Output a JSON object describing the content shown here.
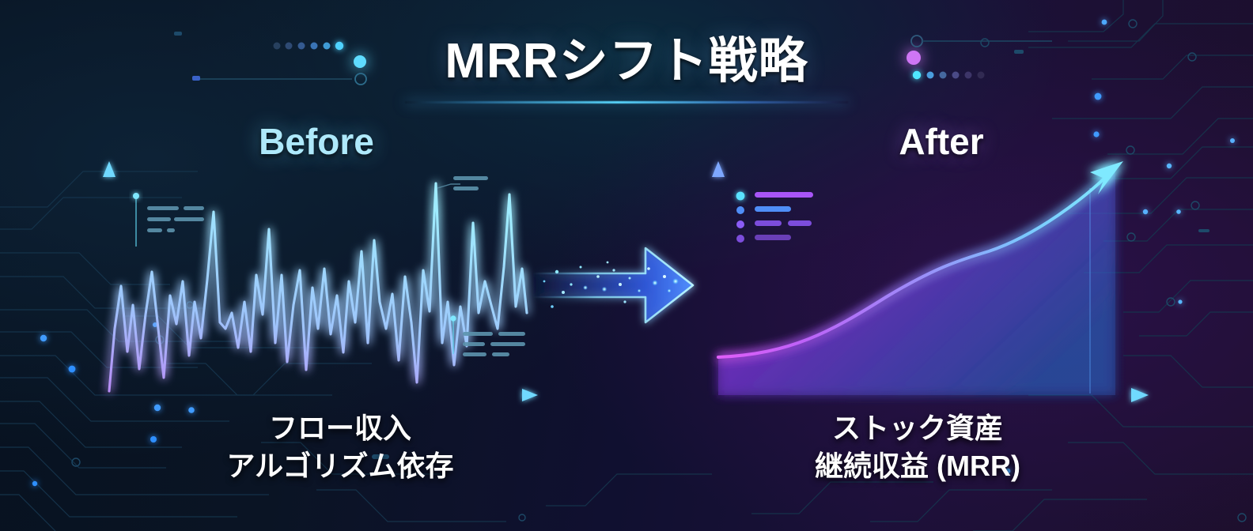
{
  "header": {
    "title": "MRRシフト戦略",
    "underline": "title-glow-divider"
  },
  "panels": {
    "before": {
      "label": "Before",
      "label_color": "#aee9fb",
      "caption_line1": "フロー収入",
      "caption_line2": "アルゴリズム依存"
    },
    "after": {
      "label": "After",
      "label_color": "#ffffff",
      "caption_line1": "ストック資産",
      "caption_line2": "継続収益 (MRR)"
    }
  },
  "transition": {
    "arrow_icon": "right-arrow-icon",
    "arrow_outline_color": "#8fe6ff",
    "arrow_fill_color": "#2a4fd8"
  },
  "theme": {
    "background_left": "#0a1424",
    "background_right": "#1d0f2c",
    "accent_cyan": "#5ad8ff",
    "accent_purple": "#a855f7",
    "accent_magenta": "#c84ff0",
    "axis_cyan": "#6fd9ff",
    "circuit_trace": "#16324a"
  },
  "chart_data": [
    {
      "type": "line",
      "id": "before-volatile-revenue",
      "title": "Before",
      "subtitle": "フロー収入 / アルゴリズム依存",
      "xlabel": "",
      "ylabel": "",
      "grid": false,
      "legend": "none",
      "axis_arrows": true,
      "line_gradient": [
        "#b48bf5",
        "#7fd7ff",
        "#9fe9ff"
      ],
      "xlim": [
        0,
        100
      ],
      "ylim": [
        0,
        100
      ],
      "x": [
        0,
        1.4,
        2.8,
        4.2,
        5.6,
        7.0,
        8.4,
        9.8,
        11.2,
        12.6,
        14.0,
        15.4,
        16.8,
        18.2,
        19.6,
        21.0,
        22.4,
        23.8,
        25.2,
        26.6,
        28.0,
        29.4,
        30.8,
        32.2,
        33.6,
        35.0,
        36.4,
        37.8,
        39.2,
        40.6,
        42.0,
        43.4,
        44.8,
        46.2,
        47.6,
        49.0,
        50.4,
        51.8,
        53.2,
        54.6,
        56.0,
        57.4,
        58.8,
        60.2,
        61.6,
        63.0,
        64.4,
        65.8,
        67.2,
        68.6,
        70.0,
        71.4,
        72.8,
        74.2,
        75.6,
        77.0,
        78.4,
        79.8,
        81.2,
        82.6,
        84.0,
        85.4,
        86.8,
        88.2,
        89.6,
        91.0,
        92.4,
        93.8,
        95.2,
        96.6,
        98.0
      ],
      "values": [
        2,
        26,
        44,
        18,
        38,
        11,
        34,
        52,
        28,
        8,
        42,
        30,
        46,
        17,
        40,
        24,
        47,
        75,
        33,
        30,
        36,
        22,
        40,
        18,
        48,
        34,
        68,
        21,
        48,
        16,
        36,
        50,
        14,
        44,
        30,
        52,
        27,
        42,
        20,
        46,
        31,
        58,
        24,
        62,
        35,
        27,
        41,
        19,
        47,
        30,
        6,
        52,
        37,
        88,
        24,
        42,
        15,
        38,
        26,
        70,
        31,
        44,
        36,
        28,
        50,
        82,
        35,
        52,
        30,
        46,
        38
      ],
      "annotations": [
        {
          "id": "annotation-top-left",
          "x": 12,
          "y": 72,
          "style": "dot-and-bars"
        },
        {
          "id": "annotation-top-right",
          "x": 75,
          "y": 86,
          "style": "bars-only"
        },
        {
          "id": "annotation-bottom-right",
          "x": 77,
          "y": 26,
          "style": "dot-and-bars"
        }
      ]
    },
    {
      "type": "line",
      "id": "after-compounding-mrr",
      "title": "After",
      "subtitle": "ストック資産 / 継続収益 (MRR)",
      "xlabel": "",
      "ylabel": "",
      "grid": false,
      "legend": "top-left",
      "axis_arrows": true,
      "line_gradient": [
        "#d24ef5",
        "#a855f7",
        "#6fb8ff",
        "#6fe3ff"
      ],
      "area_fill": true,
      "xlim": [
        0,
        100
      ],
      "ylim": [
        0,
        100
      ],
      "x": [
        0,
        6,
        12,
        18,
        24,
        30,
        36,
        42,
        48,
        54,
        60,
        66,
        72,
        78,
        84,
        90,
        96,
        100
      ],
      "values": [
        18,
        18.5,
        20,
        23,
        27,
        33,
        40,
        47,
        53,
        57,
        59,
        61,
        64,
        69,
        76,
        85,
        95,
        100
      ],
      "legend_items": [
        {
          "id": "legend-row-1",
          "dot_color": "#5ae3ff",
          "bar_color": "#a855f7",
          "bars": 1
        },
        {
          "id": "legend-row-2",
          "dot_color": "#4f8ef7",
          "bar_color": "#4f8ef7",
          "bars": 1
        },
        {
          "id": "legend-row-3",
          "dot_color": "#8b5cf6",
          "bar_color": "#7c4ddb",
          "bars": 2
        },
        {
          "id": "legend-row-4",
          "dot_color": "#7c4ddb",
          "bar_color": "#6a3fb8",
          "bars": 1
        }
      ]
    }
  ],
  "decorations": {
    "top_left": {
      "id": "deco-top-left",
      "dot_row_count": 6,
      "dot_color": "#5ad8ff",
      "line_color": "#4fc8ff",
      "terminator": "glow-dot"
    },
    "top_right": {
      "id": "deco-top-right",
      "dot_row_count": 6,
      "dot_color": "#b96bf5",
      "line_color": "#c44ff0",
      "terminator": "glow-dot"
    }
  }
}
